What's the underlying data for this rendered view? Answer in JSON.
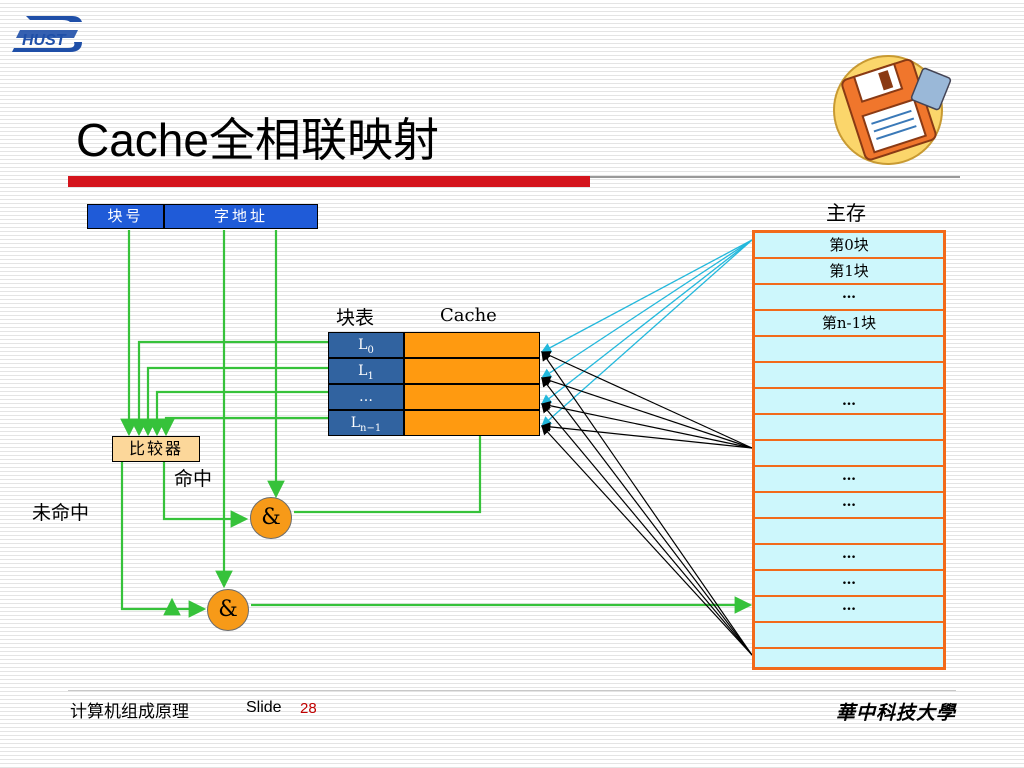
{
  "slide": {
    "title": "Cache全相联映射",
    "slide_label": "Slide",
    "slide_number": "28",
    "course": "计算机组成原理",
    "university": "華中科技大學",
    "logo_text": "HUST"
  },
  "diagram": {
    "address": {
      "block_label": "块号",
      "word_label": "字地址"
    },
    "tag_table_label": "块表",
    "cache_label": "Cache",
    "tag_rows": [
      {
        "main": "L",
        "sub": "0"
      },
      {
        "main": "L",
        "sub": "1"
      },
      {
        "main": "…",
        "sub": ""
      },
      {
        "main": "L",
        "sub": "n−1"
      }
    ],
    "main_memory_label": "主存",
    "memory_rows": [
      "第0块",
      "第1块",
      "…",
      "第n-1块",
      "",
      "…",
      "",
      "",
      "…",
      "…",
      "",
      "…",
      "…",
      "…",
      "",
      ""
    ],
    "comparator_label": "比较器",
    "hit_label": "命中",
    "miss_label": "未命中",
    "gate_symbol": "&",
    "colors": {
      "green_line": "#36c23a",
      "cyan_line": "#23b8dc",
      "accent_red": "#d4141c",
      "cache_orange": "#ff9a10",
      "memory_fill": "#cdf7fc"
    }
  }
}
